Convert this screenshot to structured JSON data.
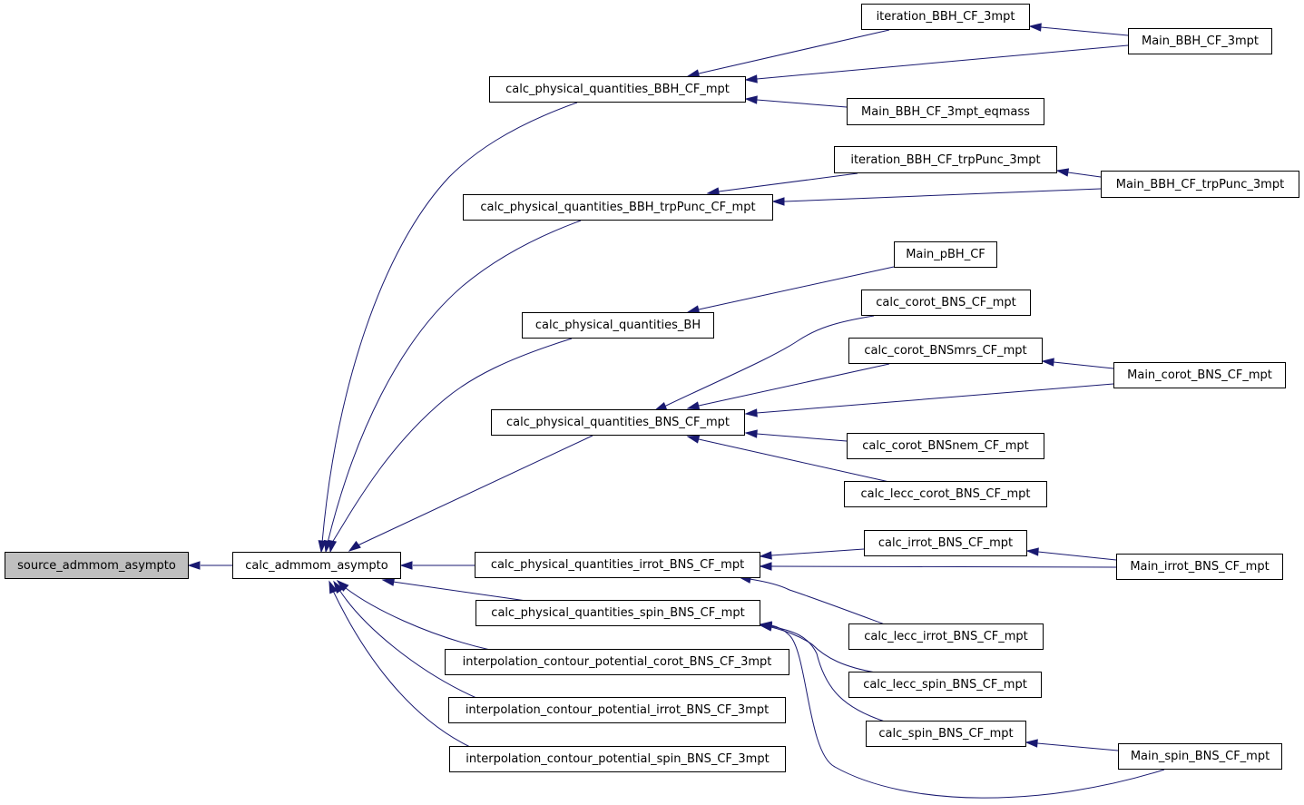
{
  "graph": {
    "root": "source_admmom_asympto",
    "edge_color": "#191970",
    "root_fill": "#bfbfbf",
    "nodes": {
      "source": "source_admmom_asympto",
      "calc": "calc_admmom_asympto",
      "pq_bbh": "calc_physical_quantities_BBH_CF_mpt",
      "pq_bbh_trp": "calc_physical_quantities_BBH_trpPunc_CF_mpt",
      "pq_bh": "calc_physical_quantities_BH",
      "pq_bns": "calc_physical_quantities_BNS_CF_mpt",
      "pq_irrot": "calc_physical_quantities_irrot_BNS_CF_mpt",
      "pq_spin": "calc_physical_quantities_spin_BNS_CF_mpt",
      "interp_corot": "interpolation_contour_potential_corot_BNS_CF_3mpt",
      "interp_irrot": "interpolation_contour_potential_irrot_BNS_CF_3mpt",
      "interp_spin": "interpolation_contour_potential_spin_BNS_CF_3mpt",
      "iter_bbh": "iteration_BBH_CF_3mpt",
      "main_bbh": "Main_BBH_CF_3mpt",
      "main_bbh_eq": "Main_BBH_CF_3mpt_eqmass",
      "iter_trp": "iteration_BBH_CF_trpPunc_3mpt",
      "main_trp": "Main_BBH_CF_trpPunc_3mpt",
      "main_pbh": "Main_pBH_CF",
      "corot": "calc_corot_BNS_CF_mpt",
      "corot_mrs": "calc_corot_BNSmrs_CF_mpt",
      "main_corot": "Main_corot_BNS_CF_mpt",
      "corot_nem": "calc_corot_BNSnem_CF_mpt",
      "lecc_corot": "calc_lecc_corot_BNS_CF_mpt",
      "irrot": "calc_irrot_BNS_CF_mpt",
      "main_irrot": "Main_irrot_BNS_CF_mpt",
      "lecc_irrot": "calc_lecc_irrot_BNS_CF_mpt",
      "lecc_spin": "calc_lecc_spin_BNS_CF_mpt",
      "spin": "calc_spin_BNS_CF_mpt",
      "main_spin": "Main_spin_BNS_CF_mpt"
    },
    "edges": [
      {
        "from": "calc",
        "to": "source"
      },
      {
        "from": "pq_bbh",
        "to": "calc"
      },
      {
        "from": "pq_bbh_trp",
        "to": "calc"
      },
      {
        "from": "pq_bh",
        "to": "calc"
      },
      {
        "from": "pq_bns",
        "to": "calc"
      },
      {
        "from": "pq_irrot",
        "to": "calc"
      },
      {
        "from": "pq_spin",
        "to": "calc"
      },
      {
        "from": "interp_corot",
        "to": "calc"
      },
      {
        "from": "interp_irrot",
        "to": "calc"
      },
      {
        "from": "interp_spin",
        "to": "calc"
      },
      {
        "from": "iter_bbh",
        "to": "pq_bbh"
      },
      {
        "from": "main_bbh",
        "to": "pq_bbh"
      },
      {
        "from": "main_bbh_eq",
        "to": "pq_bbh"
      },
      {
        "from": "main_bbh",
        "to": "iter_bbh"
      },
      {
        "from": "iter_trp",
        "to": "pq_bbh_trp"
      },
      {
        "from": "main_trp",
        "to": "pq_bbh_trp"
      },
      {
        "from": "main_trp",
        "to": "iter_trp"
      },
      {
        "from": "main_pbh",
        "to": "pq_bh"
      },
      {
        "from": "corot",
        "to": "pq_bns"
      },
      {
        "from": "corot_mrs",
        "to": "pq_bns"
      },
      {
        "from": "main_corot",
        "to": "pq_bns"
      },
      {
        "from": "main_corot",
        "to": "corot_mrs"
      },
      {
        "from": "corot_nem",
        "to": "pq_bns"
      },
      {
        "from": "lecc_corot",
        "to": "pq_bns"
      },
      {
        "from": "irrot",
        "to": "pq_irrot"
      },
      {
        "from": "main_irrot",
        "to": "pq_irrot"
      },
      {
        "from": "main_irrot",
        "to": "irrot"
      },
      {
        "from": "lecc_irrot",
        "to": "pq_irrot"
      },
      {
        "from": "lecc_spin",
        "to": "pq_spin"
      },
      {
        "from": "spin",
        "to": "pq_spin"
      },
      {
        "from": "main_spin",
        "to": "pq_spin"
      },
      {
        "from": "main_spin",
        "to": "spin"
      }
    ]
  }
}
